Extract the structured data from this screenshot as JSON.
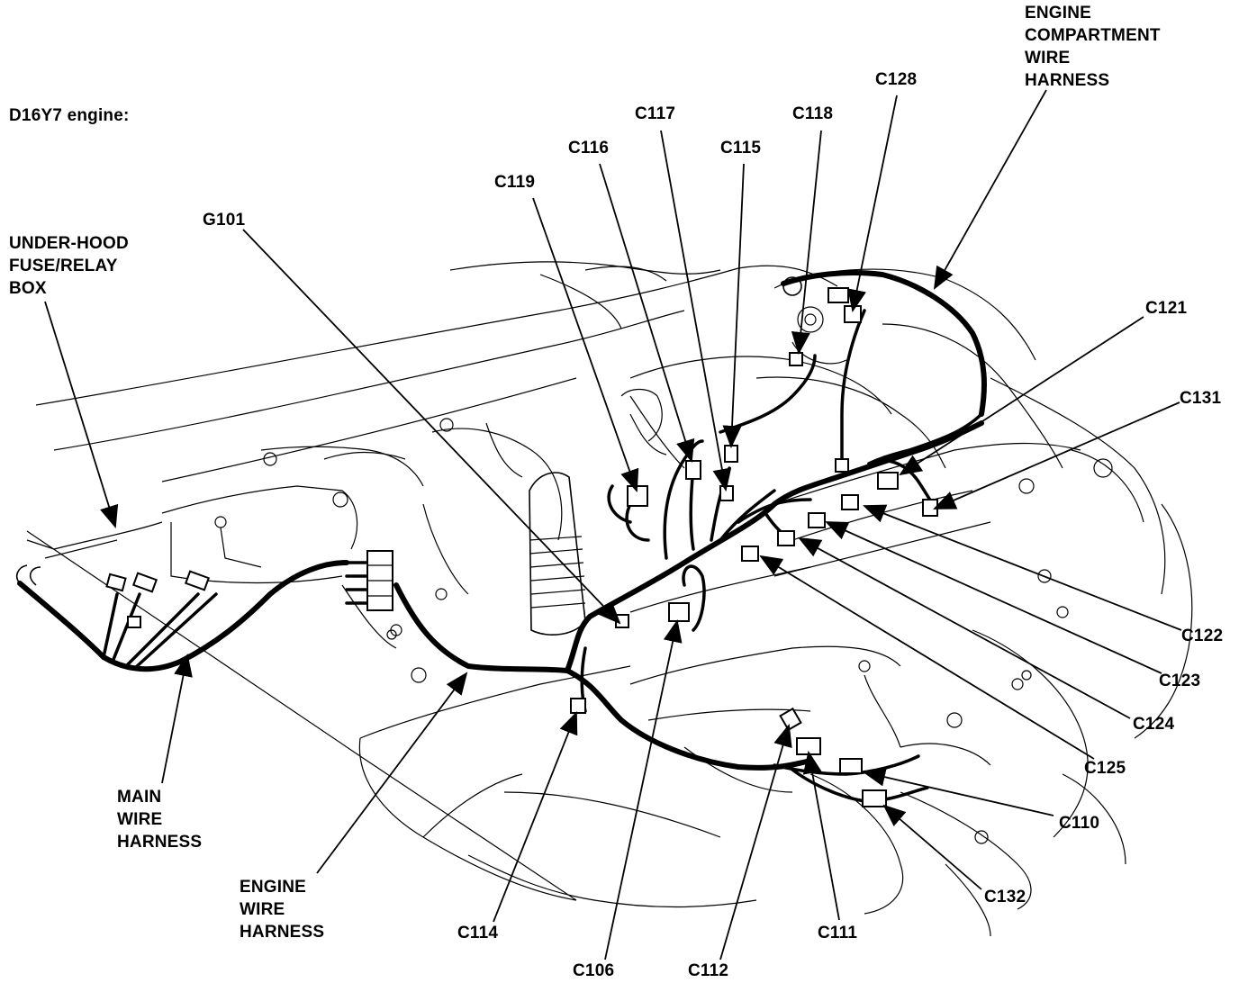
{
  "heading": "D16Y7 engine:",
  "labels": {
    "under_hood_fuse_relay_box": [
      "UNDER-HOOD",
      "FUSE/RELAY",
      "BOX"
    ],
    "main_wire_harness": [
      "MAIN",
      "WIRE",
      "HARNESS"
    ],
    "engine_wire_harness": [
      "ENGINE",
      "WIRE",
      "HARNESS"
    ],
    "engine_compartment_wire_harness": [
      "ENGINE",
      "COMPARTMENT",
      "WIRE",
      "HARNESS"
    ]
  },
  "connectors": {
    "g101": "G101",
    "c119": "C119",
    "c116": "C116",
    "c117": "C117",
    "c115": "C115",
    "c118": "C118",
    "c128": "C128",
    "c121": "C121",
    "c131": "C131",
    "c122": "C122",
    "c123": "C123",
    "c124": "C124",
    "c125": "C125",
    "c110": "C110",
    "c132": "C132",
    "c111": "C111",
    "c112": "C112",
    "c106": "C106",
    "c114": "C114"
  }
}
